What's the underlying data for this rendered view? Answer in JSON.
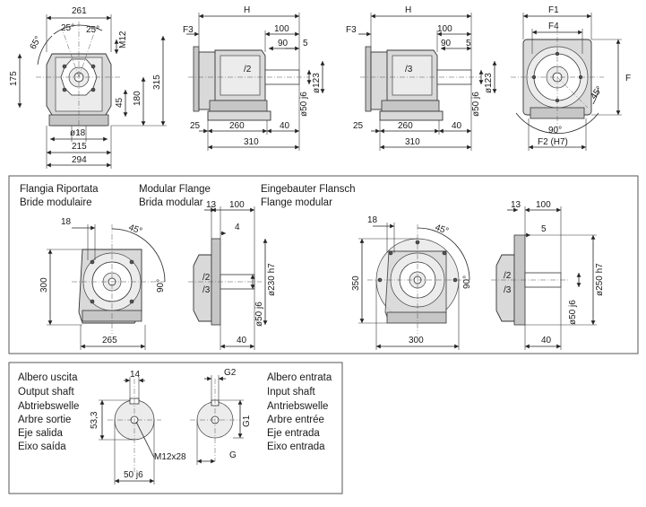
{
  "top_views": {
    "front": {
      "dims": {
        "width_261": "261",
        "angle_65": "65°",
        "angle_25a": "25°",
        "angle_25b": "25°",
        "thread_m12": "M12",
        "h_175": "175",
        "h_315": "315",
        "h_180": "180",
        "h_45": "45",
        "bore_18": "ø18",
        "w_215": "215",
        "w_294": "294"
      }
    },
    "side_a": {
      "dims": {
        "h_label": "H",
        "f3": "F3",
        "d100": "100",
        "d90": "90",
        "d5": "5",
        "stage_label": "/2",
        "d123": "ø123",
        "shaft": "ø50 j6",
        "d25": "25",
        "d260": "260",
        "d40": "40",
        "d310": "310"
      }
    },
    "side_b": {
      "dims": {
        "h_label": "H",
        "f3": "F3",
        "d100": "100",
        "d90": "90",
        "d5": "5",
        "stage_label": "/3",
        "d123": "ø123",
        "shaft": "ø50 j6",
        "d25": "25",
        "d260": "260",
        "d40": "40",
        "d310": "310"
      }
    },
    "input_face": {
      "dims": {
        "f1": "F1",
        "f4": "F4",
        "f": "F",
        "angle_45": "45°",
        "angle_90": "90°",
        "f2": "F2 (H7)"
      }
    }
  },
  "flange_box": {
    "titles": {
      "it": "Flangia Riportata",
      "fr": "Bride modulaire",
      "en": "Modular Flange",
      "it2": "Brida modular",
      "de": "Eingebauter Flansch",
      "es": "Flange modular"
    },
    "left": {
      "front": {
        "d18": "18",
        "angle_45": "45°",
        "angle_90": "90°",
        "h_300": "300",
        "w_265": "265"
      },
      "side": {
        "d13": "13",
        "d100": "100",
        "d4": "4",
        "stage_2": "/2",
        "stage_3": "/3",
        "d230": "ø230 h7",
        "shaft": "ø50 j6",
        "d40": "40"
      }
    },
    "right": {
      "front": {
        "d18": "18",
        "angle_45": "45°",
        "angle_90": "90°",
        "h_350": "350",
        "w_300": "300"
      },
      "side": {
        "d13": "13",
        "d100": "100",
        "d5": "5",
        "stage_2": "/2",
        "stage_3": "/3",
        "d250": "ø250 h7",
        "shaft": "ø50 j6",
        "d40": "40"
      }
    }
  },
  "shaft_box": {
    "output_labels": [
      "Albero uscita",
      "Output shaft",
      "Abtriebswelle",
      "Arbre sortie",
      "Eje salida",
      "Eixo saída"
    ],
    "input_labels": [
      "Albero entrata",
      "Input shaft",
      "Antriebswelle",
      "Arbre entrée",
      "Eje entrada",
      "Eixo entrada"
    ],
    "output_dims": {
      "key_14": "14",
      "h_53": "53,3",
      "thread": "M12x28",
      "d50": "50 j6"
    },
    "input_dims": {
      "g2": "G2",
      "g1": "G1",
      "g": "G"
    }
  }
}
